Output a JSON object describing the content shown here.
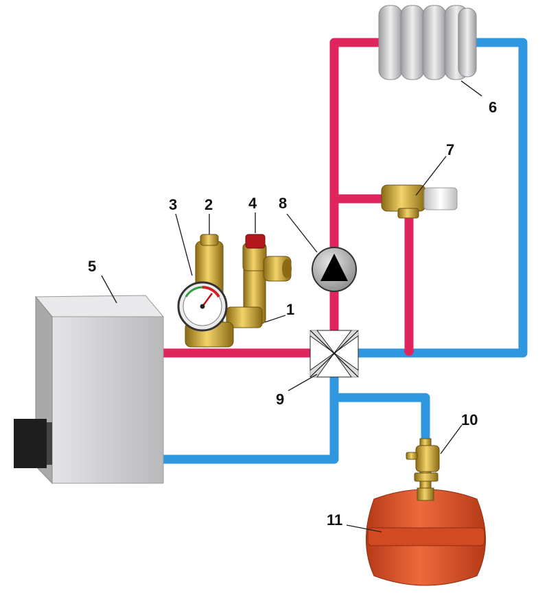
{
  "colors": {
    "hot_pipe": "#e0245e",
    "cold_pipe": "#2f97e0",
    "boiler": "#cfcfd1",
    "brass": "#c9a227",
    "tank": "#e0522a",
    "pump": "#b8b8b8",
    "radiator": "#d2d2d4"
  },
  "labels": {
    "l1": "1",
    "l2": "2",
    "l3": "3",
    "l4": "4",
    "l5": "5",
    "l6": "6",
    "l7": "7",
    "l8": "8",
    "l9": "9",
    "l10": "10",
    "l11": "11"
  }
}
